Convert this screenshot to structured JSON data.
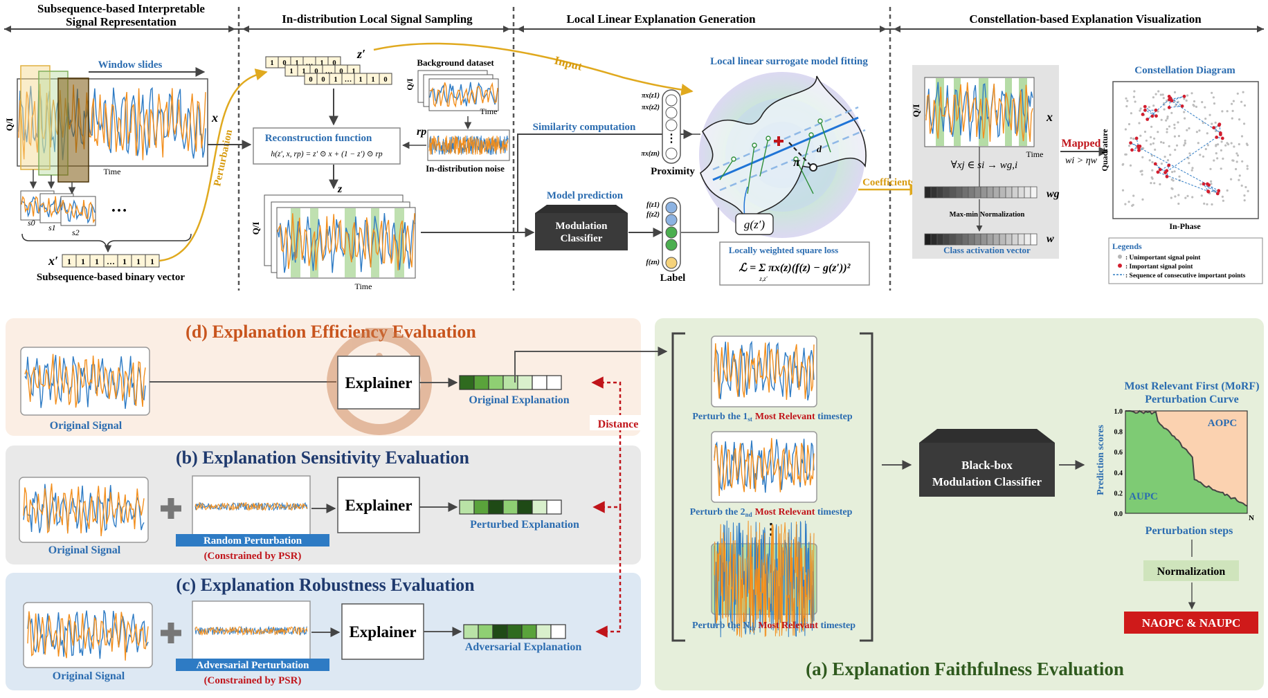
{
  "top": {
    "sections": [
      "Subsequence-based Interpretable\nSignal Representation",
      "In-distribution Local Signal Sampling",
      "Local Linear Explanation Generation",
      "Constellation-based Explanation Visualization"
    ],
    "s1": {
      "window_slides": "Window slides",
      "x": "x",
      "time": "Time",
      "ylabel": "Q/I",
      "subseq": [
        "s0",
        "s1",
        "s2"
      ],
      "ellipsis": "…",
      "xprime": "x′",
      "binary": [
        "1",
        "1",
        "1",
        "…",
        "1",
        "1",
        "1"
      ],
      "binary_caption": "Subsequence-based binary vector",
      "perturbation": "Perturbation"
    },
    "s2": {
      "zprime": "z′",
      "zp_rows": [
        [
          "1",
          "0",
          "1",
          "…",
          "1",
          "0"
        ],
        [
          "1",
          "1",
          "0",
          "…",
          "0",
          "1"
        ],
        [
          "0",
          "0",
          "1",
          "…",
          "1",
          "1",
          "0"
        ]
      ],
      "background": "Background dataset",
      "bg_time": "Time",
      "bg_ylabel": "Q/I",
      "recon_title": "Reconstruction function",
      "recon_formula": "h(z′, x, rp) = z′ ⊙ x + (1 − z′) ⊙ rp",
      "rp": "rp",
      "noise_caption": "In-distribution noise",
      "z": "z",
      "time": "Time",
      "ylabel": "Q/I"
    },
    "s3": {
      "input": "Input",
      "similarity": "Similarity computation",
      "proximity_labels": [
        "πx(z1)",
        "πx(z2)",
        "⋮",
        "πx(zn)"
      ],
      "proximity": "Proximity",
      "model_prediction": "Model prediction",
      "classifier": "Modulation\nClassifier",
      "label_labels": [
        "f(z1)",
        "f(z2)",
        "⋮",
        "f(zn)"
      ],
      "label": "Label",
      "surrogate_title": "Local linear surrogate model fitting",
      "gz": "g(z′)",
      "pi": "π",
      "d": "d",
      "loss_title": "Locally weighted square loss",
      "loss_formula": "ℒ = Σ πx(z)(f(z) − g(z′))²",
      "loss_sub": "z,z′",
      "coefficients": "Coefficients"
    },
    "s4": {
      "x": "x",
      "time": "Time",
      "ylabel": "Q/I",
      "forall": "∀xj ∈ si → wg,i",
      "wg": "wg",
      "maxmin": "Max-min Normalization",
      "w": "w",
      "cav": "Class activation vector",
      "mapped": "Mapped",
      "cond": "wi > ηw",
      "constellation": "Constellation Diagram",
      "quadrature": "Quadrature",
      "inphase": "In-Phase",
      "legends_title": "Legends",
      "legends": [
        ": Unimportant signal point",
        ": Important signal point",
        ": Sequence of consecutive important points"
      ]
    }
  },
  "bottom": {
    "d": {
      "title": "(d) Explanation Efficiency Evaluation",
      "signal": "Original Signal",
      "explainer": "Explainer",
      "explanation": "Original Explanation"
    },
    "b": {
      "title": "(b) Explanation Sensitivity Evaluation",
      "signal": "Original Signal",
      "perturb_label": "Random Perturbation",
      "constraint": "(Constrained by PSR)",
      "explainer": "Explainer",
      "explanation": "Perturbed Explanation"
    },
    "c": {
      "title": "(c) Explanation Robustness Evaluation",
      "signal": "Original Signal",
      "perturb_label": "Adversarial Perturbation",
      "constraint": "(Constrained by PSR)",
      "explainer": "Explainer",
      "explanation": "Adversarial Explanation"
    },
    "distance": "Distance",
    "a": {
      "title": "(a) Explanation Faithfulness Evaluation",
      "perturb_items": [
        {
          "pre": "Perturb the 1",
          "sup": "st",
          "hl": "Most Relevant",
          "post": " timestep"
        },
        {
          "pre": "Perturb the 2",
          "sup": "nd",
          "hl": "Most Relevant",
          "post": " timestep"
        },
        {
          "pre": "Perturb the N",
          "sup": "th",
          "hl": "Most Relevant",
          "post": " timestep"
        }
      ],
      "vdots": "⋮",
      "blackbox": "Black-box\nModulation Classifier",
      "morf_title": "Most Relevant First (MoRF)\nPerturbation Curve",
      "ylabel": "Prediction scores",
      "yticks": [
        "1.0",
        "0.8",
        "0.6",
        "0.4",
        "0.2",
        "0.0"
      ],
      "x_end": "N",
      "aopc": "AOPC",
      "aupc": "AUPC",
      "xlabel": "Perturbation steps",
      "normalization": "Normalization",
      "result": "NAOPC & NAUPC"
    }
  },
  "colors": {
    "orange": "#f28e1c",
    "blue": "#2e7bc4",
    "panel_d": "#fbeee4",
    "panel_b": "#e9e9e9",
    "panel_c": "#dde8f3",
    "panel_a": "#e6efdb"
  }
}
